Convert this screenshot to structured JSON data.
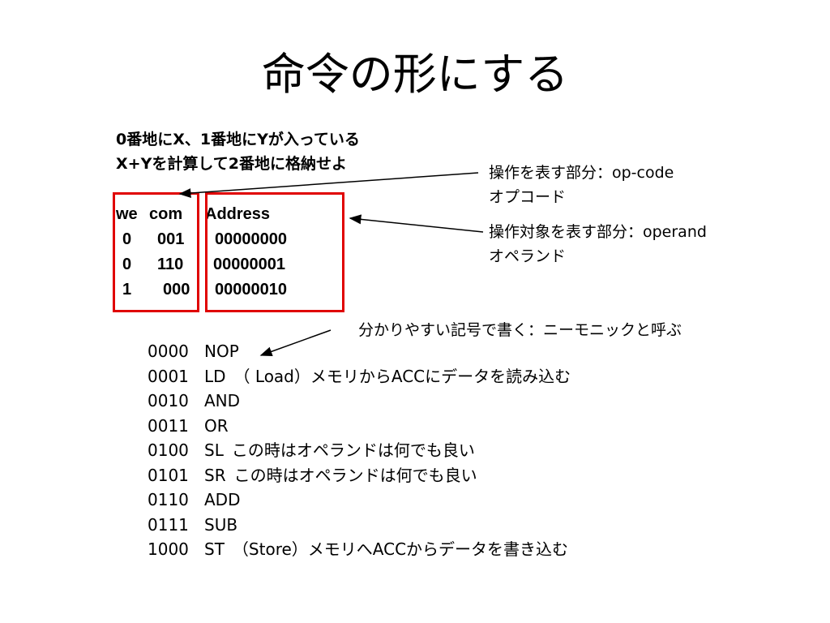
{
  "title": "命令の形にする",
  "problem": {
    "line1": "0番地にX、1番地にYが入っている",
    "line2": "X+Yを計算して2番地に格納せよ"
  },
  "instruction_table": {
    "header": {
      "we": "we",
      "com": "com",
      "address": "Address"
    },
    "rows": [
      {
        "we": "0",
        "com": "001",
        "address": "00000000"
      },
      {
        "we": "0",
        "com": "110",
        "address": "00000001"
      },
      {
        "we": "1",
        "com": "000",
        "address": "00000010"
      }
    ]
  },
  "notes": {
    "opcode_line1": "操作を表す部分：op-code",
    "opcode_line2": "オプコード",
    "operand_line1": "操作対象を表す部分：operand",
    "operand_line2": "オペランド",
    "mnemonic": "分かりやすい記号で書く：ニーモニックと呼ぶ"
  },
  "opcodes": [
    {
      "bin": "0000",
      "mnemonic": "NOP",
      "desc": ""
    },
    {
      "bin": "0001",
      "mnemonic": "LD",
      "desc": "（ Load）メモリからACCにデータを読み込む"
    },
    {
      "bin": "0010",
      "mnemonic": "AND",
      "desc": ""
    },
    {
      "bin": "0011",
      "mnemonic": "OR",
      "desc": ""
    },
    {
      "bin": "0100",
      "mnemonic": "SL",
      "desc": "この時はオペランドは何でも良い"
    },
    {
      "bin": "0101",
      "mnemonic": "SR",
      "desc": "この時はオペランドは何でも良い"
    },
    {
      "bin": "0110",
      "mnemonic": "ADD",
      "desc": ""
    },
    {
      "bin": "0111",
      "mnemonic": "SUB",
      "desc": ""
    },
    {
      "bin": "1000",
      "mnemonic": "ST",
      "desc": "（Store）メモリへACCからデータを書き込む"
    }
  ],
  "colors": {
    "highlight_box": "#e00000",
    "text": "#000000",
    "background": "#ffffff"
  }
}
